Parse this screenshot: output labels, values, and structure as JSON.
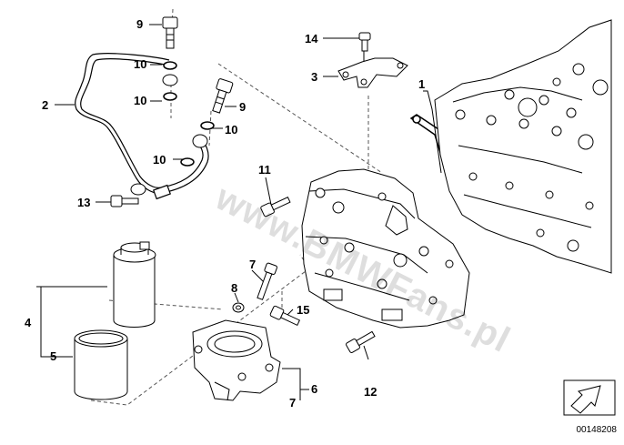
{
  "diagram": {
    "watermark": "www.BMWFans.pl",
    "diagram_id": "00148208",
    "nav_icon": "arrow-next-icon",
    "colors": {
      "line": "#000000",
      "fill": "#ffffff",
      "shade": "#cfcfcf"
    }
  },
  "callouts": [
    {
      "id": "c1",
      "label": "1"
    },
    {
      "id": "c2",
      "label": "2"
    },
    {
      "id": "c3",
      "label": "3"
    },
    {
      "id": "c4",
      "label": "4"
    },
    {
      "id": "c5",
      "label": "5"
    },
    {
      "id": "c6",
      "label": "6"
    },
    {
      "id": "c7a",
      "label": "7"
    },
    {
      "id": "c7b",
      "label": "7"
    },
    {
      "id": "c8",
      "label": "8"
    },
    {
      "id": "c9a",
      "label": "9"
    },
    {
      "id": "c9b",
      "label": "9"
    },
    {
      "id": "c10a",
      "label": "10"
    },
    {
      "id": "c10b",
      "label": "10"
    },
    {
      "id": "c10c",
      "label": "10"
    },
    {
      "id": "c10d",
      "label": "10"
    },
    {
      "id": "c11",
      "label": "11"
    },
    {
      "id": "c12",
      "label": "12"
    },
    {
      "id": "c13",
      "label": "13"
    },
    {
      "id": "c14",
      "label": "14"
    },
    {
      "id": "c15",
      "label": "15"
    }
  ]
}
